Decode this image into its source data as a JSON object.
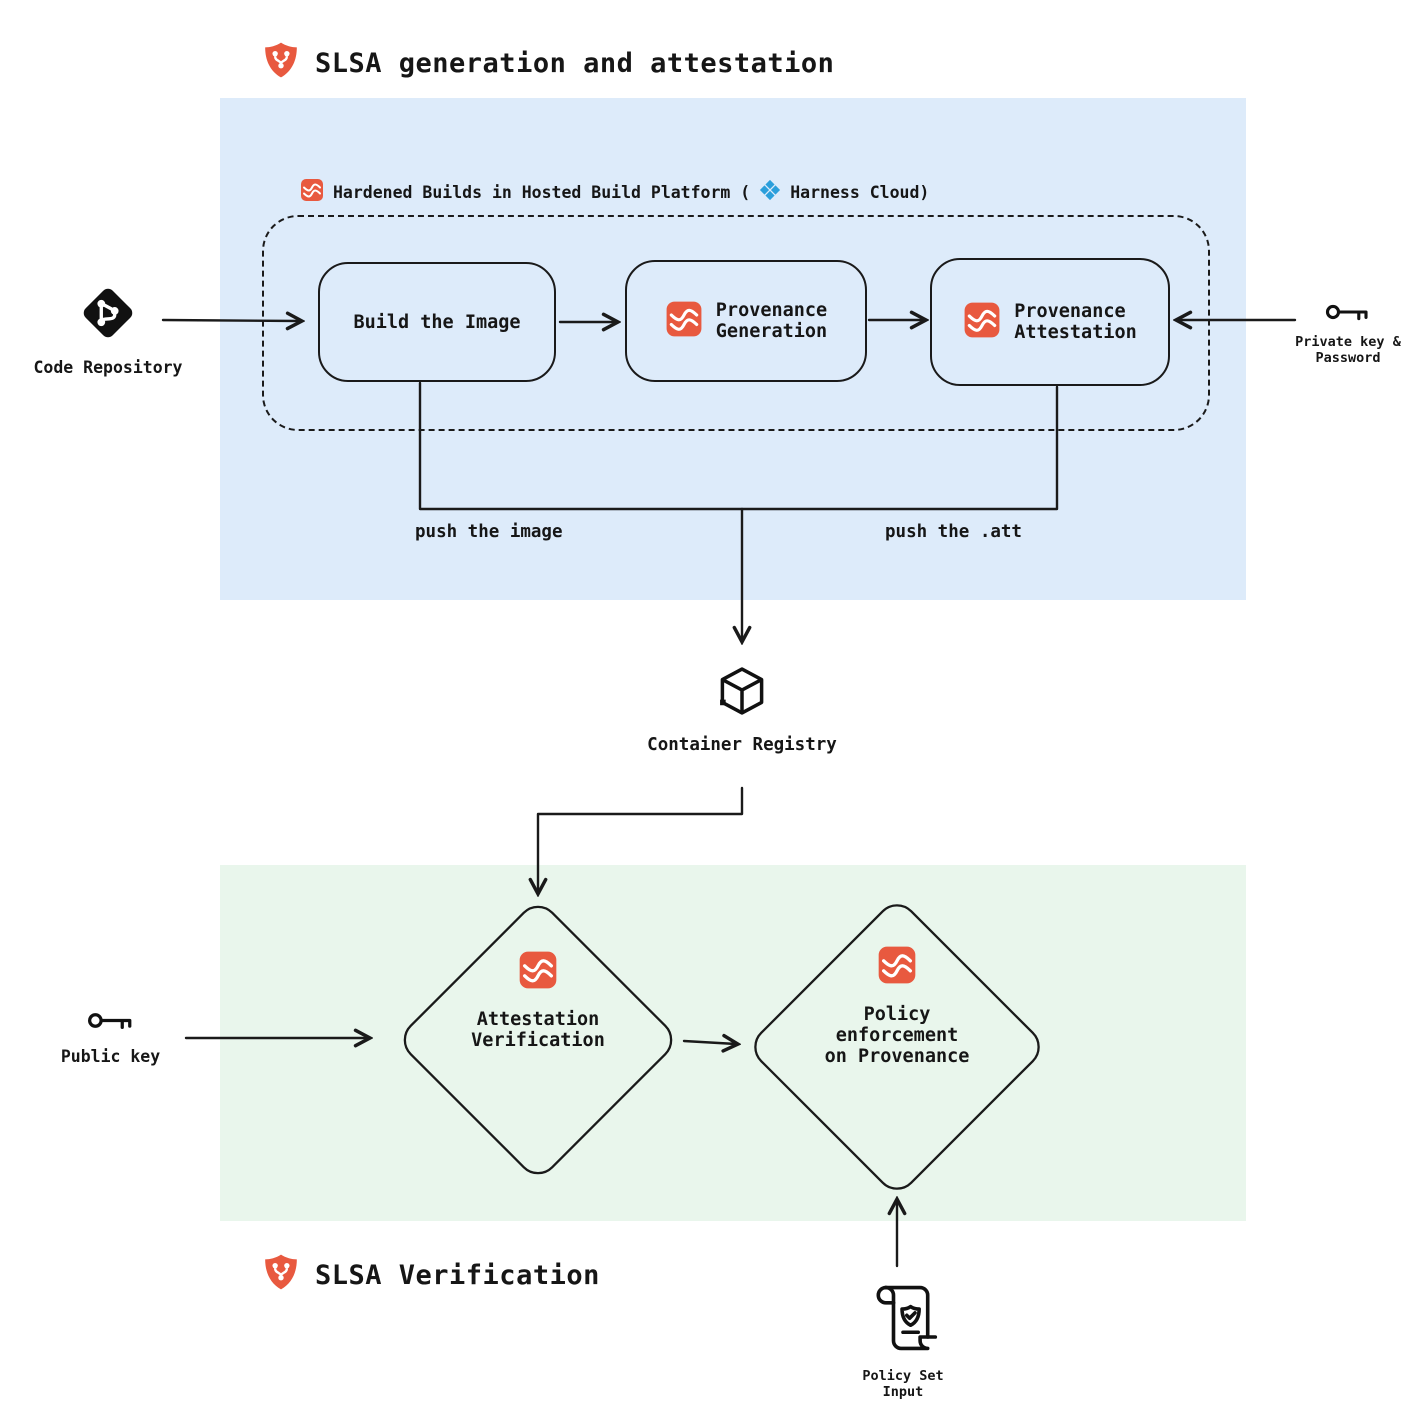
{
  "titles": {
    "generation": "SLSA generation and attestation",
    "verification": "SLSA Verification"
  },
  "platform": {
    "prefix": "Hardened Builds in Hosted Build Platform (",
    "suffix": "Harness Cloud)"
  },
  "nodes": {
    "build_image": "Build the Image",
    "provenance_generation": "Provenance\nGeneration",
    "provenance_attestation": "Provenance\nAttestation",
    "attestation_verification": "Attestation\nVerification",
    "policy_enforcement": "Policy\nenforcement\non Provenance"
  },
  "externals": {
    "code_repository": "Code Repository",
    "private_key": "Private key &\nPassword",
    "container_registry": "Container Registry",
    "public_key": "Public key",
    "policy_set_input": "Policy Set\nInput"
  },
  "edges": {
    "push_image": "push the image",
    "push_att": "push the .att"
  },
  "colors": {
    "accent_orange": "#E8593F",
    "harness_blue": "#2B9FDB",
    "panel_blue": "#DDEBFA",
    "panel_green": "#E9F6EC",
    "line": "#1a1a1a"
  },
  "icons": {
    "slsa-shield-icon": "orange shield with fork glyph",
    "hardened-build-icon": "orange rounded square with white waves",
    "harness-cloud-icon": "blue pinwheel diamond",
    "git-repository-icon": "black diamond with git fork",
    "key-icon": "key outline",
    "container-cube-icon": "3d cube outline",
    "policy-scroll-icon": "scroll with shield check"
  }
}
